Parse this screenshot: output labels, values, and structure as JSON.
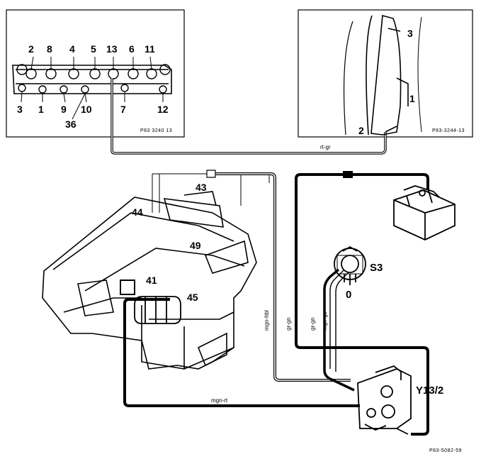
{
  "connector_panel": {
    "top_labels": [
      "2",
      "8",
      "4",
      "5",
      "13",
      "6",
      "11"
    ],
    "bottom_labels": [
      "3",
      "1",
      "9",
      "10",
      "7",
      "12"
    ],
    "extra_label": "36",
    "ref": "P83 3240 13"
  },
  "reservoir_panel": {
    "labels": [
      "3",
      "1",
      "2"
    ],
    "ref": "P83-3244-13"
  },
  "main": {
    "labels": {
      "l43": "43",
      "l44": "44",
      "l49": "49",
      "l41": "41",
      "l45": "45",
      "s3": "S3",
      "zero": "0",
      "y13": "Y13/2"
    },
    "wire_labels": {
      "rt_gr": "rt-gr",
      "mgn_hbl": "mgn-hbl",
      "gr_gn": "gr-gn",
      "gr_gn_2": "gr-gn",
      "mgn_ge": "mgn-ge",
      "mgn_rt": "mgn-rt"
    },
    "ref": "P83-5082-59"
  }
}
